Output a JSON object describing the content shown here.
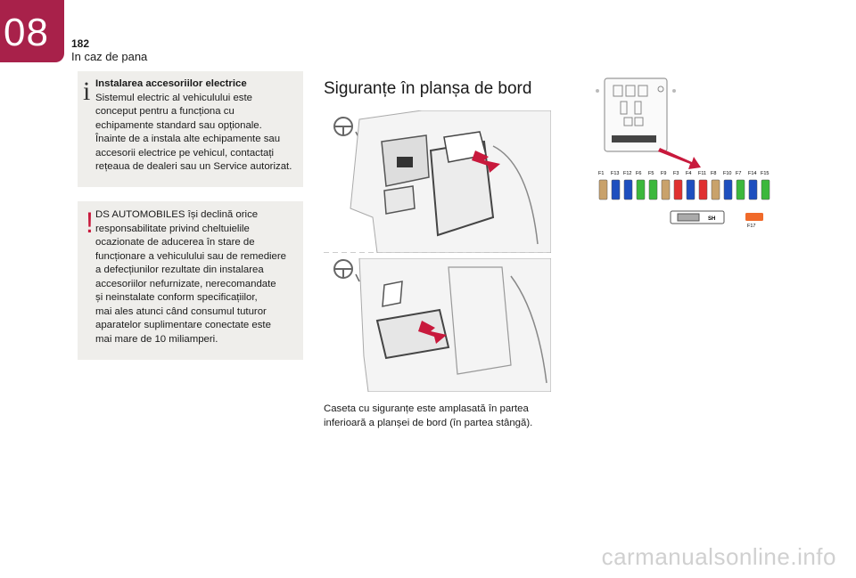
{
  "header": {
    "chapter": "08",
    "page_number": "182",
    "section": "In caz de pana"
  },
  "info_box": {
    "icon": "info-icon",
    "title": "Instalarea accesoriilor electrice",
    "lines": [
      "Sistemul electric al vehiculului este",
      "conceput pentru a funcționa cu",
      "echipamente standard sau opționale.",
      "Înainte de a instala alte echipamente sau",
      "accesorii electrice pe vehicul, contactați",
      "rețeaua de dealeri sau un Service autorizat."
    ]
  },
  "warning_box": {
    "icon": "warning-icon",
    "lines": [
      "DS AUTOMOBILES își declină orice",
      "responsabilitate privind cheltuielile",
      "ocazionate de aducerea în stare de",
      "funcționare a vehiculului sau de remediere",
      "a defecțiunilor rezultate din instalarea",
      "accesoriilor nefurnizate, nerecomandate",
      "și neinstalate conform specificațiilor,",
      "mai ales atunci când consumul tuturor",
      "aparatelor suplimentare conectate este",
      "mai mare de 10 miliamperi."
    ]
  },
  "main": {
    "title": "Siguranțe în planșa de bord",
    "caption_lines": [
      "Caseta cu siguranțe este amplasată în partea",
      "inferioară a planșei de bord (în partea stângă)."
    ]
  },
  "fuse_diagram": {
    "fuses": [
      {
        "label": "F1",
        "color": "#c9a26b"
      },
      {
        "label": "F13",
        "color": "#1e4fbf"
      },
      {
        "label": "F12",
        "color": "#1e4fbf"
      },
      {
        "label": "F6",
        "color": "#3cb83c"
      },
      {
        "label": "F5",
        "color": "#3cb83c"
      },
      {
        "label": "F9",
        "color": "#c9a26b"
      },
      {
        "label": "F3",
        "color": "#e03030"
      },
      {
        "label": "F4",
        "color": "#1e4fbf"
      },
      {
        "label": "F11",
        "color": "#e03030"
      },
      {
        "label": "F8",
        "color": "#c9a26b"
      },
      {
        "label": "F10",
        "color": "#1e4fbf"
      },
      {
        "label": "F7",
        "color": "#3cb83c"
      },
      {
        "label": "F14",
        "color": "#1e4fbf"
      },
      {
        "label": "F15",
        "color": "#3cb83c"
      }
    ],
    "shunt_label": "SH",
    "f17_label": "F17",
    "f17_color": "#f06a2a",
    "arrow_color": "#c8193c"
  },
  "watermark": "carmanualsonline.info"
}
